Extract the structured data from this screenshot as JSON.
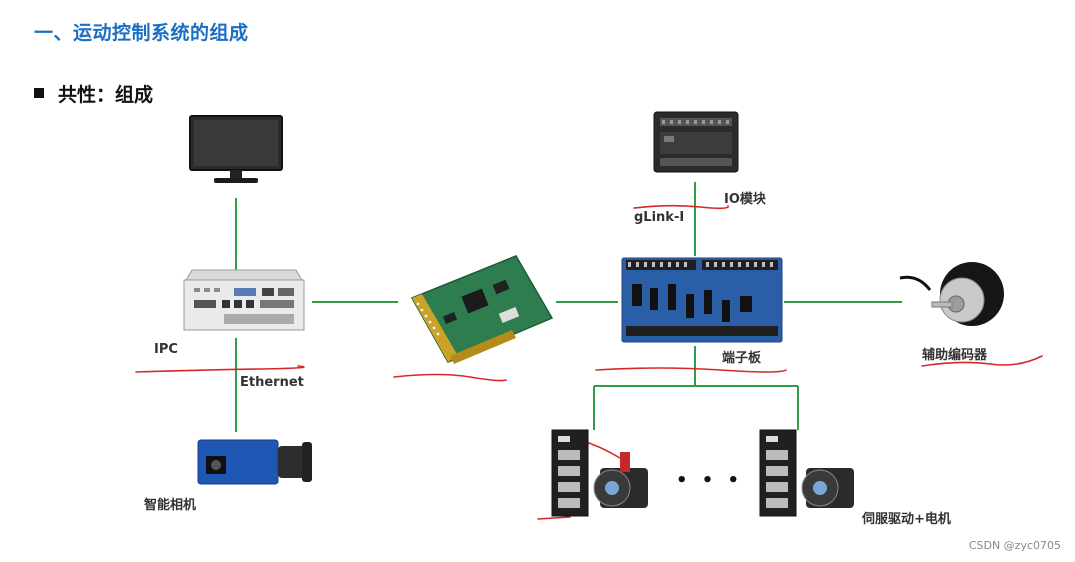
{
  "title": "一、运动控制系统的组成",
  "subtitle": "共性：组成",
  "labels": {
    "ipc": "IPC",
    "ethernet": "Ethernet",
    "camera": "智能相机",
    "io_module": "IO模块",
    "glink": "gLink-I",
    "terminal_board": "端子板",
    "encoder": "辅助编码器",
    "servo": "伺服驱动+电机",
    "ellipsis": "• • •"
  },
  "watermark": "CSDN @zyc0705",
  "colors": {
    "title": "#1a6fc4",
    "connector_line": "#2f9e44",
    "annotation": "#d62828",
    "board_green": "#2e7d4f",
    "terminal_blue": "#2a5fa8"
  }
}
